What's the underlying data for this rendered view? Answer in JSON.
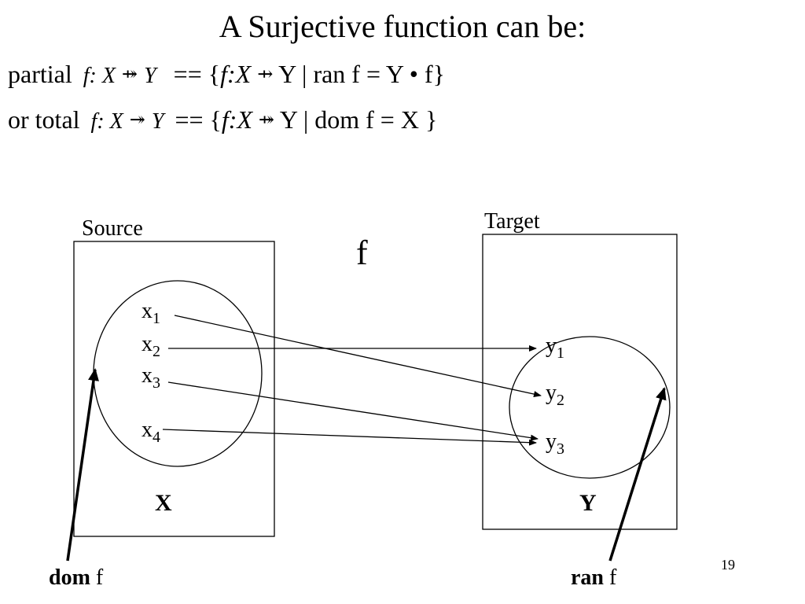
{
  "title": "A Surjective  function can be:",
  "partial_line": {
    "word": "partial",
    "sig_f": "f",
    "sig_colon_x": ": X",
    "sig_arrow": "⤀",
    "sig_y": "Y",
    "eq": "== {",
    "set_f": "f",
    "set_colon_x": ":X",
    "set_arrow": "⇸",
    "rest": "Y | ran f = Y • f}"
  },
  "total_line": {
    "word": "or total",
    "sig_f": "f",
    "sig_colon_x": ": X",
    "sig_arrow": "↠",
    "sig_y": "Y",
    "eq": "== {",
    "set_f": "f",
    "set_colon_x": ":X",
    "set_arrow": "⤀",
    "rest": "Y | dom f = X  }"
  },
  "labels": {
    "source": "Source",
    "target": "Target",
    "function": "f"
  },
  "source_elements": [
    {
      "base": "x",
      "sub": "1"
    },
    {
      "base": "x",
      "sub": "2"
    },
    {
      "base": "x",
      "sub": "3"
    },
    {
      "base": "x",
      "sub": "4"
    }
  ],
  "target_elements": [
    {
      "base": "y",
      "sub": "1"
    },
    {
      "base": "y",
      "sub": "2"
    },
    {
      "base": "y",
      "sub": "3"
    }
  ],
  "mapping": [
    {
      "from": "x1",
      "to": "y2"
    },
    {
      "from": "x2",
      "to": "y1"
    },
    {
      "from": "x3",
      "to": "y3"
    },
    {
      "from": "x4",
      "to": "y3"
    }
  ],
  "set_names": {
    "source": "X",
    "target": "Y"
  },
  "bottom_labels": {
    "dom_bold": "dom",
    "dom_rest": " f",
    "ran_bold": "ran",
    "ran_rest": " f"
  },
  "page_number": "19"
}
